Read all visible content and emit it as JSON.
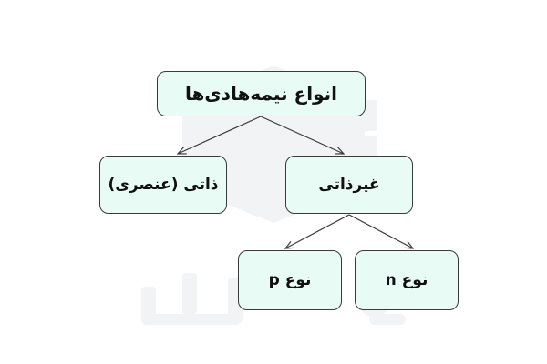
{
  "diagram": {
    "root": {
      "label": "انواع نیمه‌هادی‌ها"
    },
    "level1": [
      {
        "label": "ذاتی (عنصری)"
      },
      {
        "label": "غیرذاتی"
      }
    ],
    "level2": [
      {
        "label": "نوع p"
      },
      {
        "label": "نوع n"
      }
    ]
  },
  "colors": {
    "node_fill": "#e8fbf5",
    "node_border": "#3a3a3a",
    "edge": "#3a3a3a",
    "watermark": "#f1f3f5"
  },
  "watermark": {
    "icon": "faradars-logo-watermark"
  }
}
